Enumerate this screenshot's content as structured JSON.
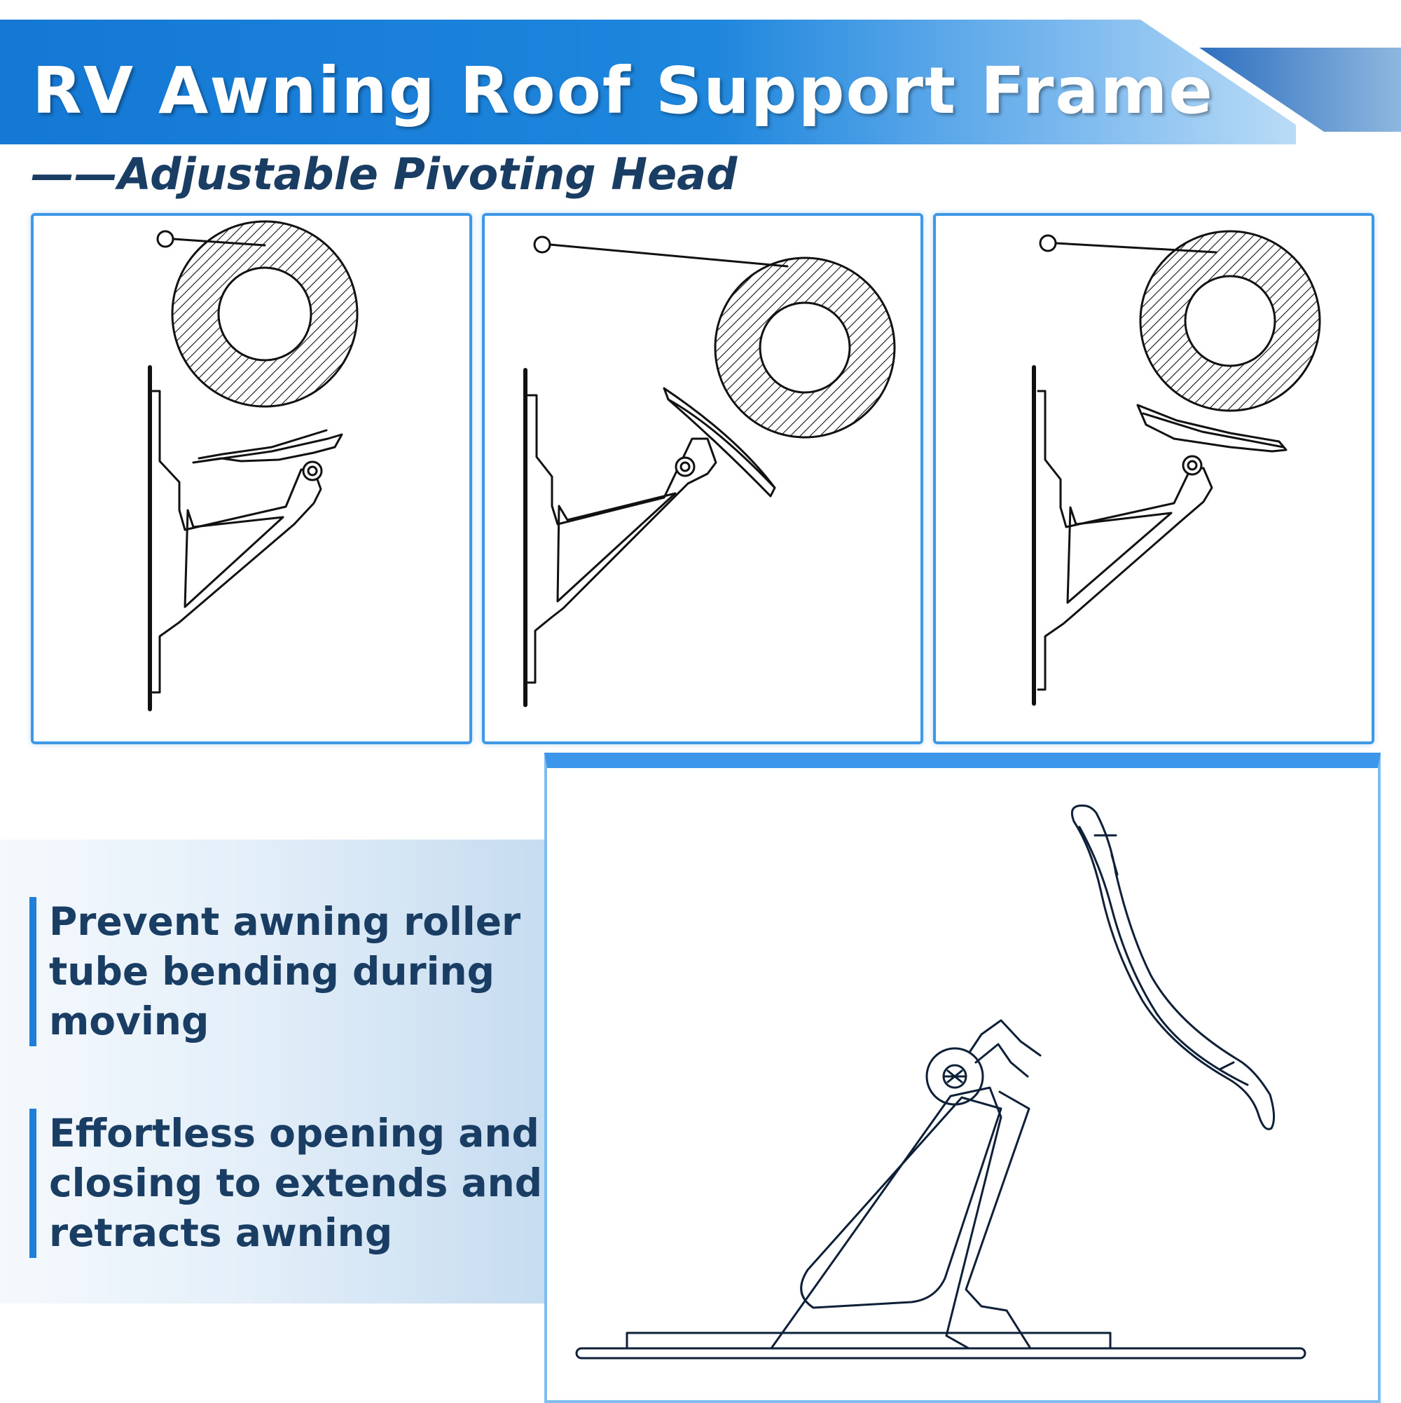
{
  "header": {
    "title": "RV Awning Roof Support Frame",
    "subtitle": "——Adjustable Pivoting Head"
  },
  "panels": [
    {
      "head_position": "tilted back"
    },
    {
      "head_position": "pivoted open"
    },
    {
      "head_position": "tilted forward"
    }
  ],
  "features": [
    {
      "text": "Prevent awning roller tube bending during moving"
    },
    {
      "text": "Effortless opening and closing to extends and retracts awning"
    }
  ],
  "colors": {
    "banner_start": "#1478d4",
    "banner_end": "#a9d2f4",
    "accent": "#1f7fd7",
    "text_dark": "#1a3d64",
    "panel_border": "#3f98e6",
    "drawing_line": "#0e2038"
  }
}
